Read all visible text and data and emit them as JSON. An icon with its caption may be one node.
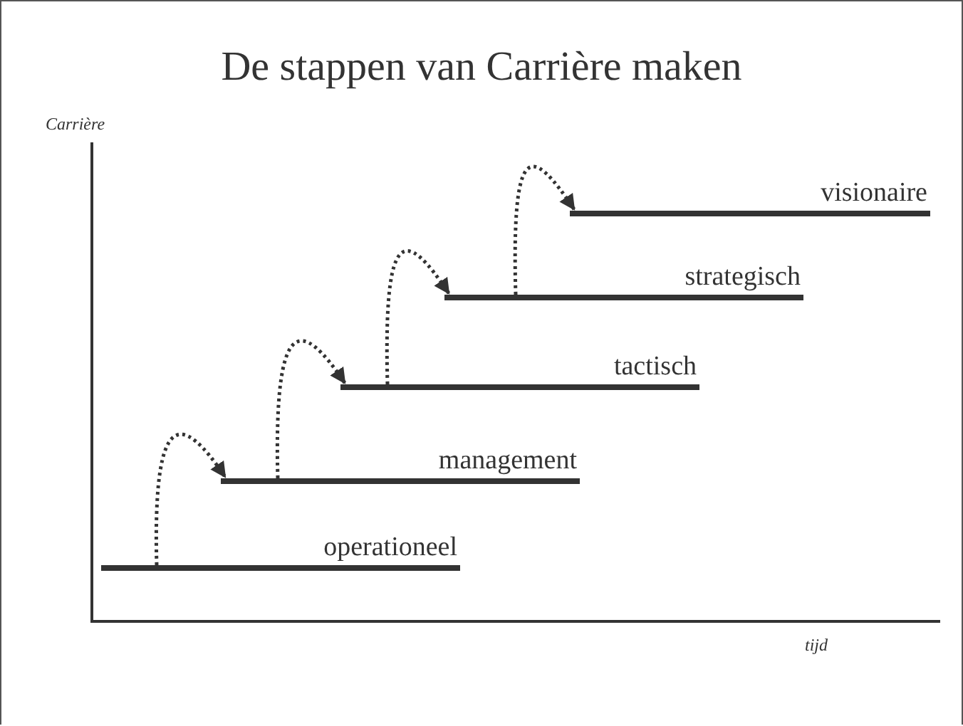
{
  "diagram": {
    "title": "De stappen van Carrière maken",
    "nodes": [
      {
        "text": [
          "operationeel"
        ]
      },
      {
        "text": [
          "management"
        ]
      },
      {
        "text": [
          "tactisch"
        ]
      },
      {
        "text": [
          "strategisch"
        ]
      },
      {
        "text": [
          "visionaire"
        ]
      }
    ],
    "edges": [
      {
        "from": 0,
        "to": 1,
        "arrow": "to",
        "style": "dashed"
      },
      {
        "from": 1,
        "to": 2,
        "arrow": "to",
        "style": "dashed"
      },
      {
        "from": 2,
        "to": 3,
        "arrow": "to",
        "style": "dashed"
      },
      {
        "from": 3,
        "to": 4,
        "arrow": "to",
        "style": "dashed"
      }
    ],
    "labels": [
      "Carrière",
      "tijd"
    ]
  }
}
